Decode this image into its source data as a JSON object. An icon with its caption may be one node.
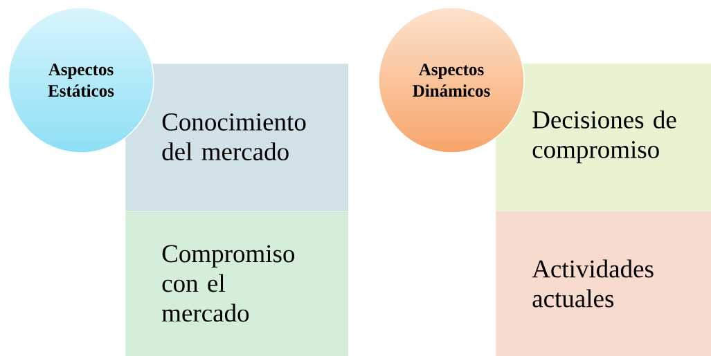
{
  "diagram": {
    "nodes": [
      {
        "text": [
          "Aspectos Estáticos"
        ]
      },
      {
        "text": [
          "Conocimiento del mercado"
        ]
      },
      {
        "text": [
          "Compromiso con el mercado"
        ]
      },
      {
        "text": [
          "Aspectos Dinámicos"
        ]
      },
      {
        "text": [
          "Decisiones de compromiso"
        ]
      },
      {
        "text": [
          "Actividades actuales"
        ]
      }
    ]
  }
}
